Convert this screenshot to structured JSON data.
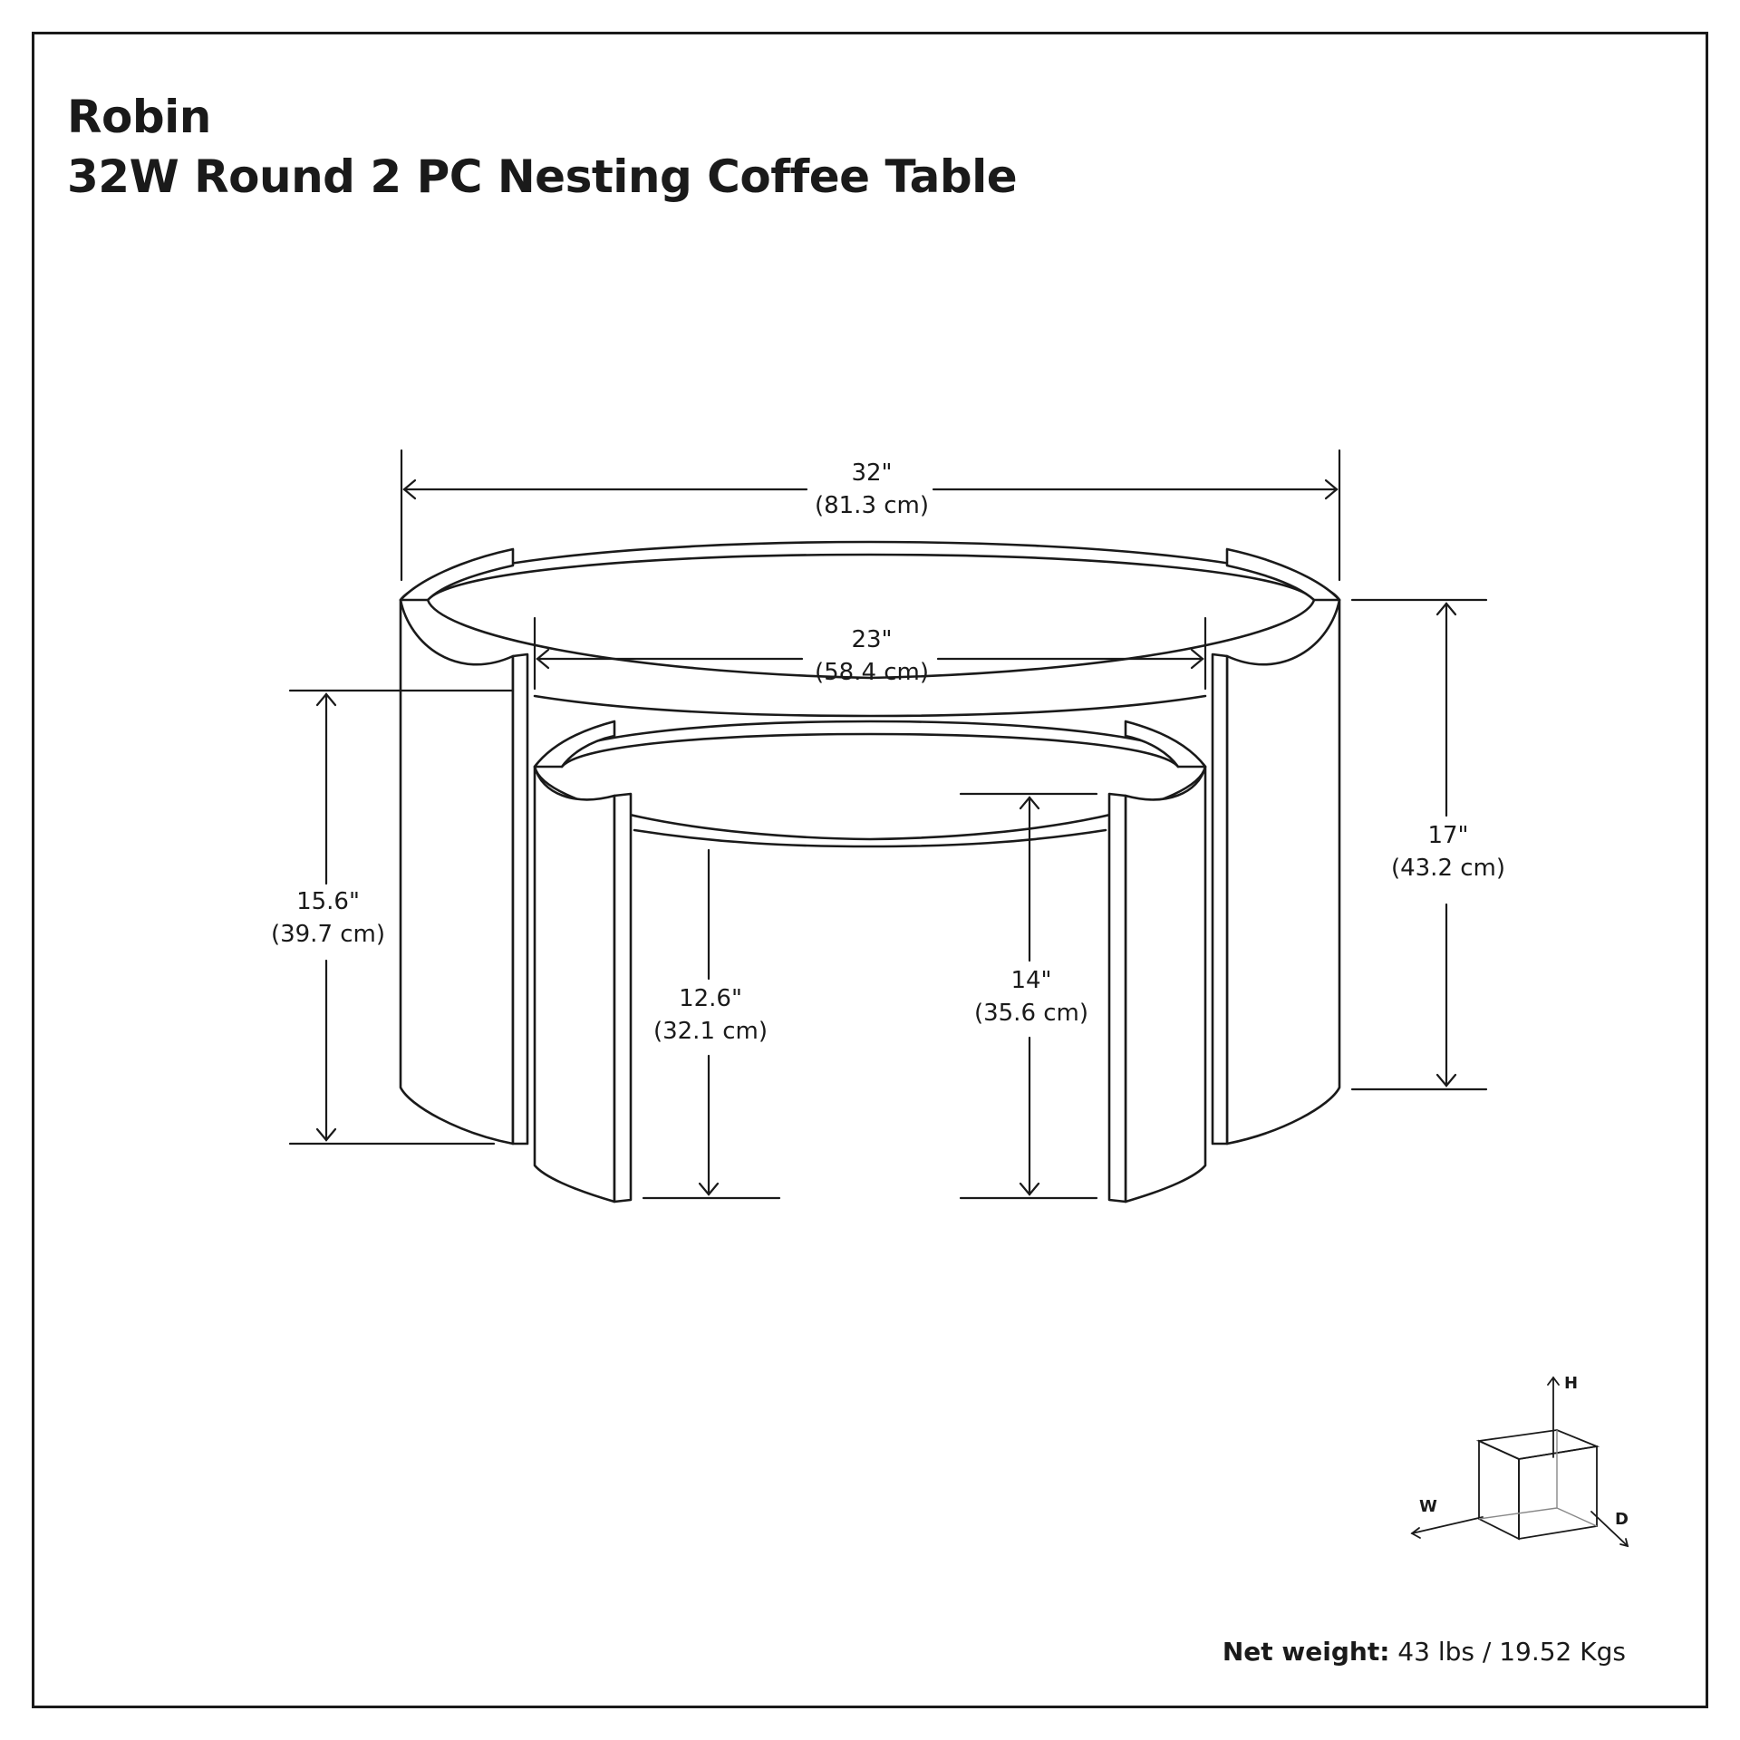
{
  "header": {
    "line1": "Robin",
    "line2": "32W Round 2 PC Nesting Coffee Table"
  },
  "dimensions": {
    "large_width": {
      "inches": "32\"",
      "cm": "(81.3 cm)"
    },
    "small_width": {
      "inches": "23\"",
      "cm": "(58.4 cm)"
    },
    "large_height": {
      "inches": "17\"",
      "cm": "(43.2 cm)"
    },
    "left_height": {
      "inches": "15.6\"",
      "cm": "(39.7 cm)"
    },
    "small_clearance": {
      "inches": "12.6\"",
      "cm": "(32.1 cm)"
    },
    "small_height": {
      "inches": "14\"",
      "cm": "(35.6 cm)"
    }
  },
  "axes": {
    "h": "H",
    "w": "W",
    "d": "D"
  },
  "footer": {
    "weight_label": "Net weight:",
    "weight_value": " 43 lbs / 19.52 Kgs"
  }
}
